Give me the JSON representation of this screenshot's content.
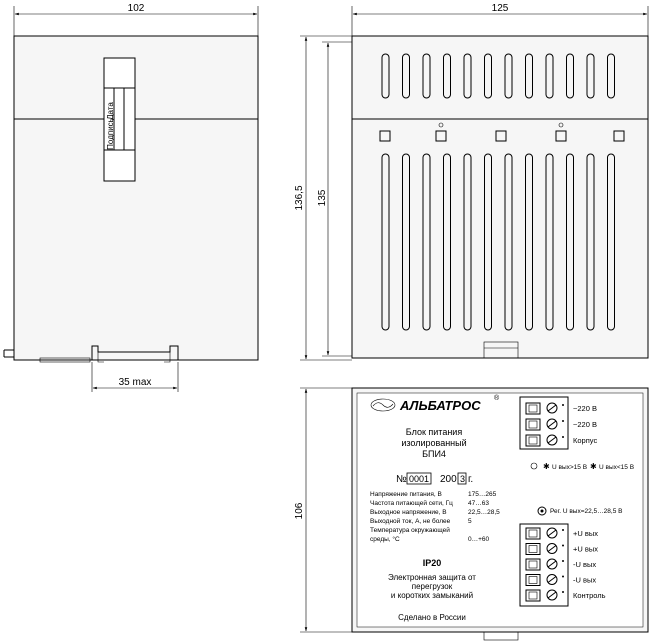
{
  "dimensions": {
    "side_width": "102",
    "front_width": "125",
    "total_height": "136,5",
    "body_height": "135",
    "rail_width": "35 max",
    "label_height": "106"
  },
  "side_view": {
    "stamp_date": "Дата",
    "stamp_signature": "Подпись"
  },
  "label": {
    "brand": "АЛЬБАТРОС",
    "brand_mark": "®",
    "product_line1": "Блок питания",
    "product_line2": "изолированный",
    "product_line3": "БПИ4",
    "serial_prefix": "№",
    "serial_number": "0001",
    "year_prefix": "200",
    "year_digit": "3",
    "year_suffix": "г.",
    "specs": [
      {
        "name": "Напряжение питания, В",
        "value": "175…265"
      },
      {
        "name": "Частота питающей сети, Гц",
        "value": "47…63"
      },
      {
        "name": "Выходное напряжение, В",
        "value": "22,5…28,5"
      },
      {
        "name": "Выходной ток, А, не более",
        "value": "5"
      },
      {
        "name": "Температура окружающей",
        "value": ""
      },
      {
        "name": "среды, °С",
        "value": "0…+60"
      }
    ],
    "ip_rating": "IP20",
    "protection_line1": "Электронная защита от",
    "protection_line2": "перегрузок",
    "protection_line3": "и коротких замыканий",
    "origin": "Сделано в России",
    "input_terminals": [
      "~220 В",
      "~220 В",
      "Корпус"
    ],
    "indicator_high": "U вых>15 В",
    "indicator_low": "U вых<15 В",
    "regulator": "Рег. U вых=22,5…28,5 В",
    "output_terminals": [
      "+U вых",
      "+U вых",
      "-U вых",
      "-U вых",
      "Контроль"
    ]
  }
}
